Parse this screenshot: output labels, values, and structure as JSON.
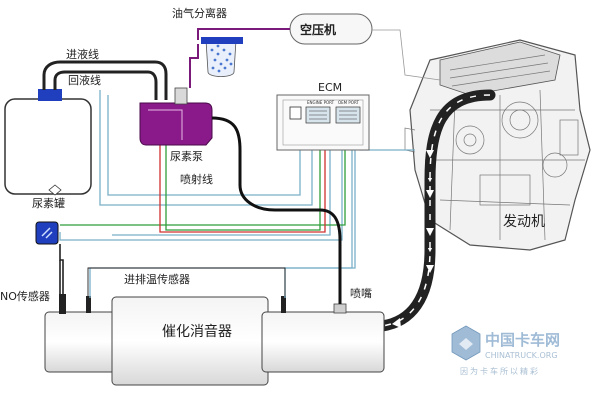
{
  "labels": {
    "separator": "油气分离器",
    "compressor": "空压机",
    "inlet_line": "进液线",
    "return_line": "回液线",
    "ecm": "ECM",
    "ecm_port_engine": "ENGINE PORT",
    "ecm_port_oem": "OEM PORT",
    "pump": "尿素泵",
    "spray_line": "喷射线",
    "tank": "尿素罐",
    "engine": "发动机",
    "nox_sensor": "NO传感器",
    "temp_sensor": "进排温传感器",
    "nozzle": "喷嘴",
    "catalytic_muffler": "催化消音器"
  },
  "watermark": {
    "name": "中国卡车网",
    "site": "CHINATRUCK.ORG",
    "slogan": "因为卡车所以精彩"
  },
  "colors": {
    "tank_cap": "#1f3fbf",
    "pump_body": "#8a1a8a",
    "separator_beads": "#4a78d0",
    "line_green": "#2e9e3a",
    "line_red": "#d03030",
    "line_cyan": "#7ab0c8",
    "watermark": "#8fb0d0"
  }
}
